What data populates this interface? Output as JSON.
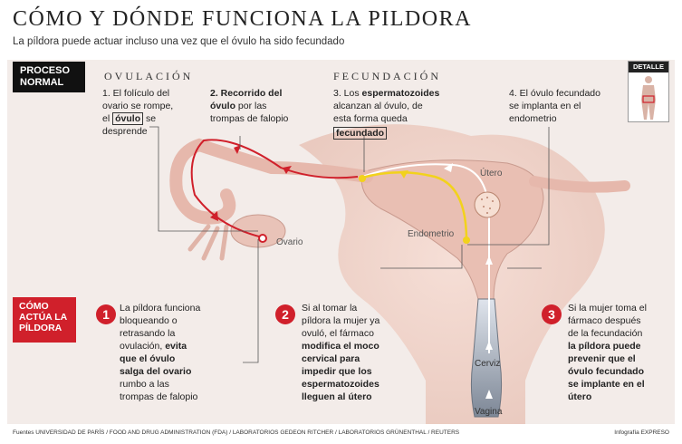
{
  "header": {
    "title": "CÓMO Y DÓNDE FUNCIONA LA PILDORA",
    "subtitle": "La píldora puede actuar incluso una vez que el óvulo ha sido fecundado"
  },
  "tags": {
    "proceso_line1": "PROCESO",
    "proceso_line2": "NORMAL",
    "como_line1": "CÓMO",
    "como_line2": "ACTÚA LA",
    "como_line3": "PÍLDORA"
  },
  "sections": {
    "ovulacion": "OVULACIÓN",
    "fecundacion": "FECUNDACIÓN"
  },
  "steps": {
    "s1_a": "1. El folículo del",
    "s1_b": "ovario se rompe,",
    "s1_c": "el",
    "s1_d": "óvulo",
    "s1_e": "se",
    "s1_f": "desprende",
    "s2_a": "2. Recorrido del",
    "s2_b": "óvulo",
    "s2_c": "por las",
    "s2_d": "trompas de falopio",
    "s3_a": "3. Los",
    "s3_b": "espermatozoides",
    "s3_c": "alcanzan al óvulo, de",
    "s3_d": "esta forma queda",
    "s3_e": "fecundado",
    "s4_a": "4. El óvulo fecundado",
    "s4_b": "se implanta en el",
    "s4_c": "endometrio"
  },
  "labels": {
    "ovario": "Ovario",
    "utero": "Útero",
    "endometrio": "Endometrio",
    "cerviz": "Cerviz",
    "vagina": "Vagina",
    "detalle": "DETALLE"
  },
  "actions": [
    {
      "num": "1",
      "lines": [
        "La píldora funciona",
        "bloqueando o",
        "retrasando la",
        "ovulación,",
        "evita",
        "que el óvulo",
        "salga del ovario",
        "rumbo a las",
        "trompas de falopio"
      ]
    },
    {
      "num": "2",
      "lines": [
        "Si al tomar la",
        "píldora la mujer ya",
        "ovuló, el fármaco",
        "modifica el moco",
        "cervical para",
        "impedir que los",
        "espermatozoides",
        "lleguen al útero"
      ]
    },
    {
      "num": "3",
      "lines": [
        "Si la mujer toma el",
        "fármaco después",
        "de la fecundación",
        "la píldora puede",
        "prevenir que el",
        "óvulo fecundado",
        "se implante en el",
        "útero"
      ]
    }
  ],
  "footer": {
    "sources": "Fuentes UNIVERSIDAD DE PARÍS / FOOD AND DRUG ADMINISTRATION (FDA) / LABORATORIOS GEDEON RITCHER / LABORATORIOS GRÜNENTHAL / REUTERS",
    "credit": "Infografía EXPRESO"
  },
  "colors": {
    "accent": "#d0202b",
    "sperm_path": "#f2d21c",
    "ovum_path": "#d0202b",
    "panel": "#f3ece9"
  }
}
